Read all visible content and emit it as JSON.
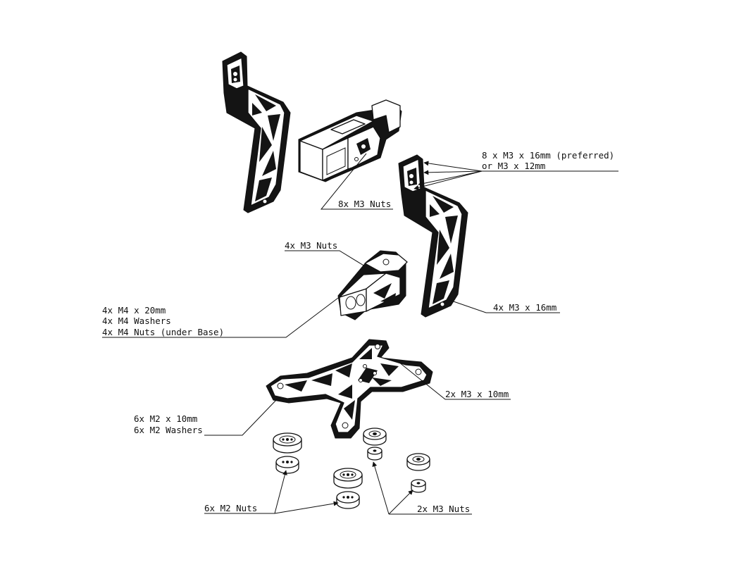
{
  "labels": {
    "arm_screws_line1": "8 x M3 x 16mm (preferred)",
    "arm_screws_line2": "or M3 x 12mm",
    "mount_nuts": "8x M3 Nuts",
    "clamp_nuts": "4x M3 Nuts",
    "base_line1": "4x M4 x 20mm",
    "base_line2": "4x M4 Washers",
    "base_line3": "4x M4 Nuts (under Base)",
    "arm_screws_lower": "4x M3 x 16mm",
    "frame_screws": "2x M3 x 10mm",
    "standoff_line1": "6x M2 x 10mm",
    "standoff_line2": "6x M2 Washers",
    "m2_nuts": "6x M2 Nuts",
    "m3_nuts": "2x M3 Nuts"
  }
}
